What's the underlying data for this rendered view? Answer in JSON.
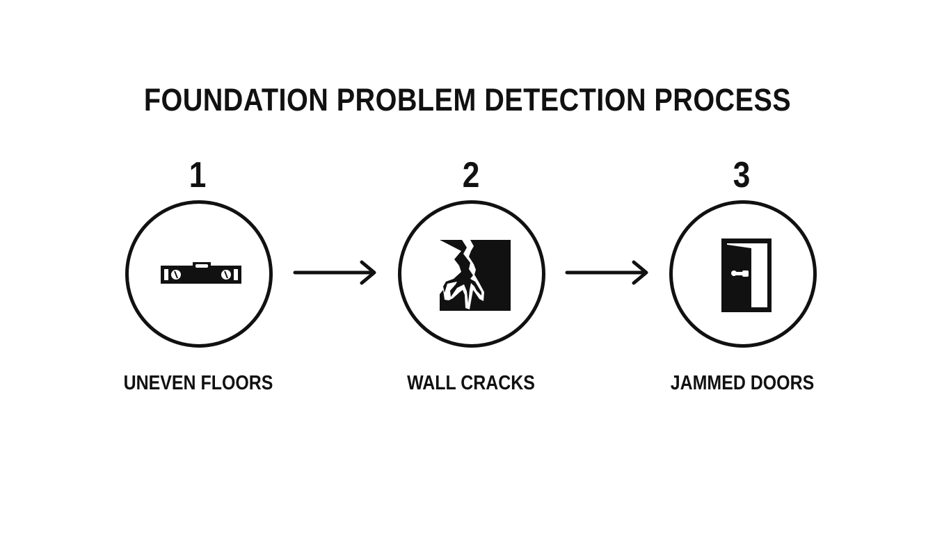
{
  "title": "FOUNDATION PROBLEM DETECTION PROCESS",
  "steps": [
    {
      "number": "1",
      "label": "UNEVEN FLOORS",
      "icon": "spirit-level-icon"
    },
    {
      "number": "2",
      "label": "WALL CRACKS",
      "icon": "cracked-wall-icon"
    },
    {
      "number": "3",
      "label": "JAMMED DOORS",
      "icon": "door-icon"
    }
  ],
  "colors": {
    "ink": "#111111",
    "background": "#ffffff"
  }
}
